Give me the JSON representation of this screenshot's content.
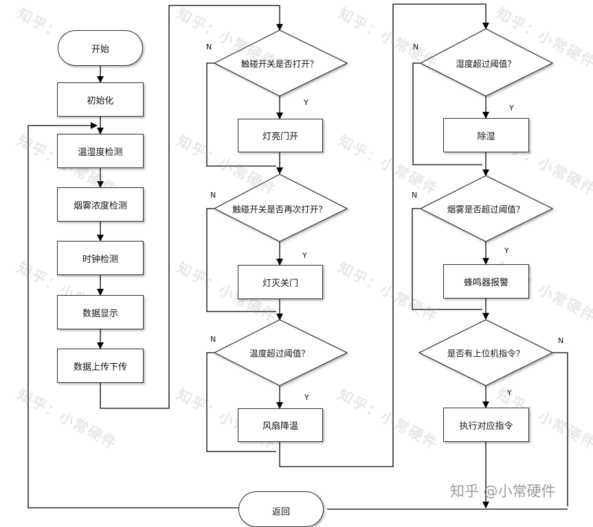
{
  "start": "开始",
  "init": "初始化",
  "temp_humidity_detect": "温湿度检测",
  "smoke_detect": "烟雾浓度检测",
  "clock_detect": "时钟检测",
  "display": "数据显示",
  "data_transfer": "数据上传下传",
  "touch_switch_q": "触碰开关是否打开？",
  "light_on_door_open": "灯亮门开",
  "touch_switch_again_q": "触碰开关是否再次打开？",
  "light_off_door_close": "灯灭关门",
  "temp_threshold_q": "温度超过阈值？",
  "fan_cool": "风扇降温",
  "humidity_threshold_q": "湿度超过阈值？",
  "dehumidify": "除湿",
  "smoke_threshold_q": "烟雾是否超过阈值？",
  "buzzer_alarm": "蜂鸣器报警",
  "host_command_q": "是否有上位机指令？",
  "execute_command": "执行对应指令",
  "return": "返回",
  "yes": "Y",
  "no": "N",
  "watermark": "知乎：小常硬件",
  "brand": "知乎 @小常硬件"
}
